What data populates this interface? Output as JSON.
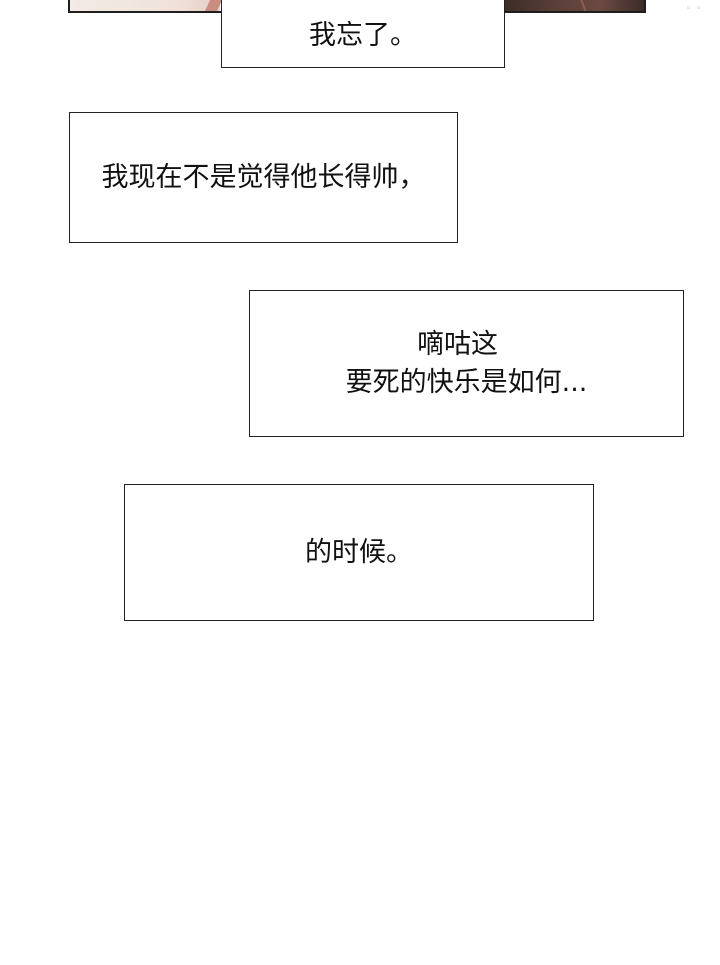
{
  "bubbles": [
    {
      "lines": [
        "我忘了。"
      ]
    },
    {
      "lines": [
        "我现在不是觉得他长得帅，"
      ]
    },
    {
      "lines": [
        "嘀咕这",
        "要死的快乐是如何..."
      ]
    },
    {
      "lines": [
        "的时候。"
      ]
    }
  ],
  "colors": {
    "background": "#ffffff",
    "border": "#222222",
    "text": "#111111"
  }
}
